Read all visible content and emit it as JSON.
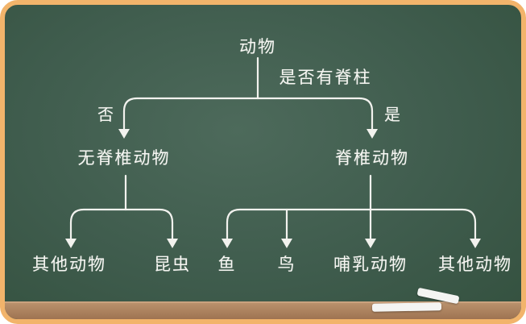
{
  "diagram": {
    "root": "动物",
    "question": "是否有脊柱",
    "branch_no": "否",
    "branch_yes": "是",
    "invertebrates": "无脊椎动物",
    "vertebrates": "脊椎动物",
    "inv_children": [
      "其他动物",
      "昆虫"
    ],
    "vert_children": [
      "鱼",
      "鸟",
      "哺乳动物",
      "其他动物"
    ]
  }
}
